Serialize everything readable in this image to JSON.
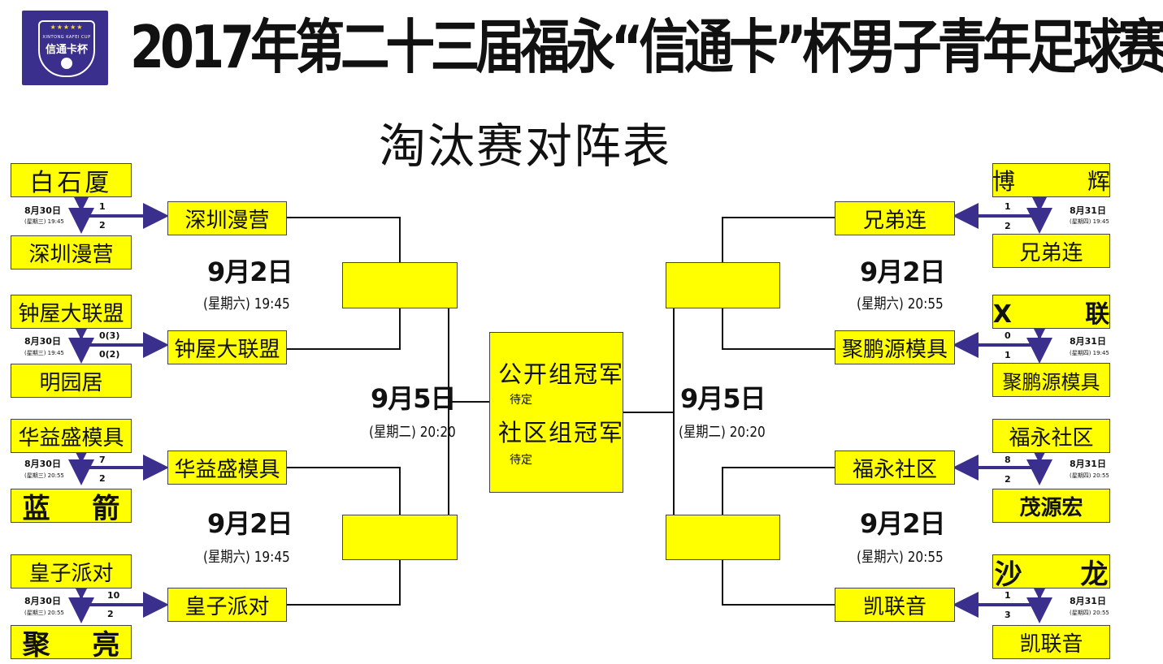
{
  "logo": {
    "text_en": "XINTONG KAFEI CUP",
    "text_cn": "信通卡杯",
    "stars": "★★★★★"
  },
  "title": "2017年第二十三届福永“信通卡”杯男子青年足球赛",
  "subtitle": "淘汰赛对阵表",
  "left": {
    "teams": [
      "白石厦",
      "深圳漫营",
      "钟屋大联盟",
      "明园居",
      "华益盛模具",
      "蓝 箭",
      "皇子派对",
      "聚 亮"
    ],
    "winners": [
      "深圳漫营",
      "钟屋大联盟",
      "华益盛模具",
      "皇子派对"
    ],
    "match_dates": [
      "8月30日",
      "8月30日",
      "8月30日",
      "8月30日"
    ],
    "match_times": [
      "(星期三) 19:45",
      "(星期三) 19:45",
      "(星期三) 20:55",
      "(星期三) 20:55"
    ],
    "scores": [
      [
        "1",
        "2"
      ],
      [
        "0(3)",
        "0(2)"
      ],
      [
        "7",
        "2"
      ],
      [
        "10",
        "2"
      ]
    ],
    "semi_dates": [
      "9月2日",
      "9月2日"
    ],
    "semi_times": [
      "(星期六) 19:45",
      "(星期六) 19:45"
    ],
    "final_date": "9月5日",
    "final_time": "(星期二) 20:20"
  },
  "right": {
    "teams": [
      "博 辉",
      "兄弟连",
      "X 联",
      "聚鹏源模具",
      "福永社区",
      "茂源宏",
      "沙 龙",
      "凯联音"
    ],
    "winners": [
      "兄弟连",
      "聚鹏源模具",
      "福永社区",
      "凯联音"
    ],
    "match_dates": [
      "8月31日",
      "8月31日",
      "8月31日",
      "8月31日"
    ],
    "match_times": [
      "(星期四) 19:45",
      "(星期四) 19:45",
      "(星期四) 20:55",
      "(星期四) 20:55"
    ],
    "scores": [
      [
        "1",
        "2"
      ],
      [
        "0",
        "1"
      ],
      [
        "8",
        "2"
      ],
      [
        "1",
        "3"
      ]
    ],
    "semi_dates": [
      "9月2日",
      "9月2日"
    ],
    "semi_times": [
      "(星期六) 20:55",
      "(星期六) 20:55"
    ],
    "final_date": "9月5日",
    "final_time": "(星期二) 20:20"
  },
  "center": {
    "champion1": "公开组冠军",
    "status1": "待定",
    "champion2": "社区组冠军",
    "status2": "待定"
  },
  "colors": {
    "box": "#ffff00",
    "arrow": "#3a2f8c",
    "logo_bg": "#3a2f8c"
  }
}
